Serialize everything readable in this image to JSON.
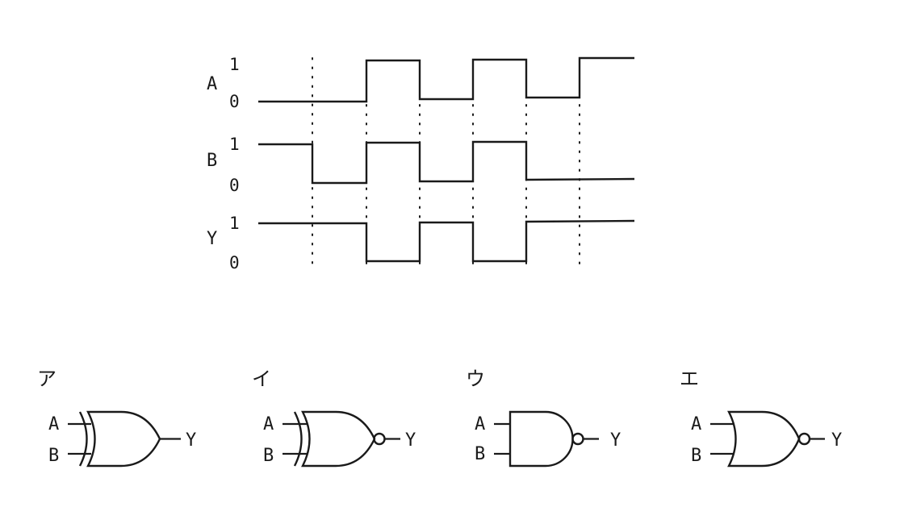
{
  "timing": {
    "signals": [
      {
        "name": "A",
        "high_label": "1",
        "low_label": "0",
        "levels": [
          0,
          0,
          1,
          0,
          1,
          0,
          1
        ]
      },
      {
        "name": "B",
        "high_label": "1",
        "low_label": "0",
        "levels": [
          1,
          0,
          1,
          0,
          1,
          0,
          0
        ]
      },
      {
        "name": "Y",
        "high_label": "1",
        "low_label": "0",
        "levels": [
          1,
          1,
          0,
          1,
          0,
          1,
          1
        ]
      }
    ]
  },
  "options": [
    {
      "label": "ア",
      "gate": "XOR",
      "in_a": "A",
      "in_b": "B",
      "out": "Y"
    },
    {
      "label": "イ",
      "gate": "XNOR",
      "in_a": "A",
      "in_b": "B",
      "out": "Y"
    },
    {
      "label": "ウ",
      "gate": "NAND",
      "in_a": "A",
      "in_b": "B",
      "out": "Y"
    },
    {
      "label": "エ",
      "gate": "NOR",
      "in_a": "A",
      "in_b": "B",
      "out": "Y"
    }
  ]
}
